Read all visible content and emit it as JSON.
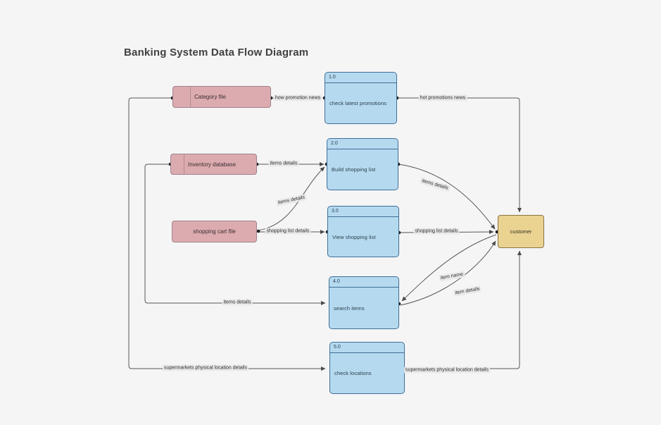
{
  "title": "Banking System Data Flow Diagram",
  "colors": {
    "background": "#f5f5f6",
    "process_fill": "#b5daf0",
    "process_border": "#3f6e95",
    "store_fill": "#dcabb0",
    "store_border": "#a1838a",
    "entity_fill": "#ead391",
    "entity_border": "#8a7440",
    "edge": "#565656",
    "label_bg": "#e9e9e9"
  },
  "nodes": {
    "category_file": {
      "label": "Category file"
    },
    "inventory_db": {
      "label": "Inventory database"
    },
    "shopping_cart": {
      "label": "shopping cart file"
    },
    "p1": {
      "num": "1.0",
      "label": "check latest promotions"
    },
    "p2": {
      "num": "2.0",
      "label": "Build shopping list"
    },
    "p3": {
      "num": "3.0",
      "label": "View shopping list"
    },
    "p4": {
      "num": "4.0",
      "label": "search items"
    },
    "p5": {
      "num": "5.0",
      "label": "check locations"
    },
    "customer": {
      "label": "customer"
    }
  },
  "edge_labels": {
    "how_promotion_news": "how promotion news",
    "hot_promotions_news": "hot promotions news",
    "items_details_inventory": "items details",
    "items_details_cart": "items details",
    "shopping_list_details_cart": "shopping list details",
    "shopping_list_details_view": "shopping list details",
    "items_details_build": "items details",
    "item_name": "item name",
    "item_details": "item details",
    "items_details_search": "items details",
    "supermarkets_left": "supermarkets physical location details",
    "supermarkets_right": "supermarkets physical location details"
  }
}
